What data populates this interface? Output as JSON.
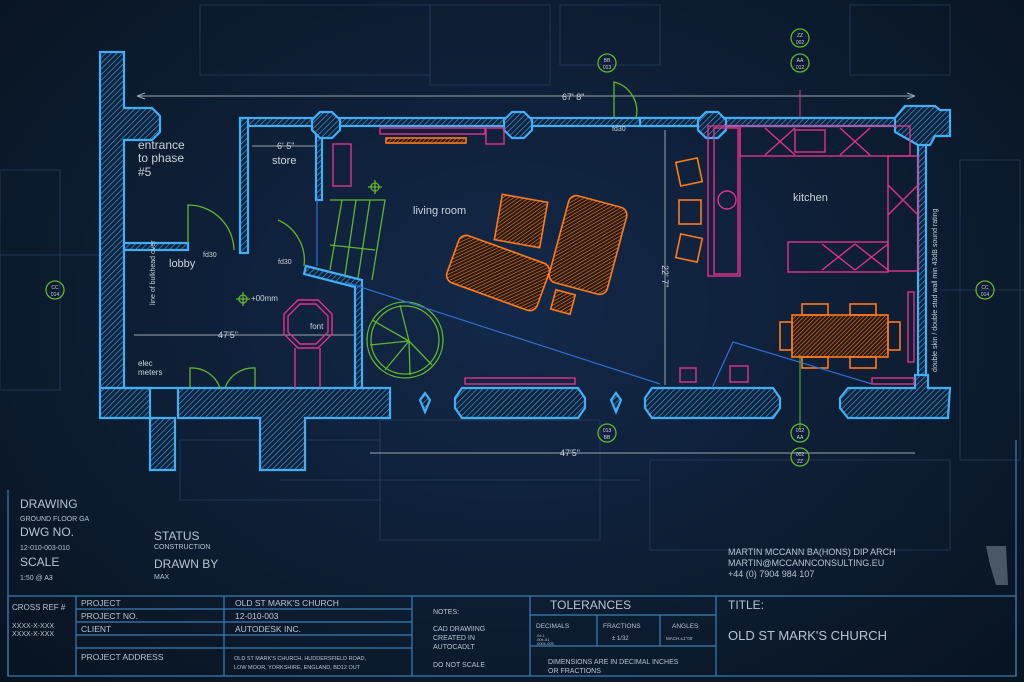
{
  "rooms": {
    "entrance": [
      "entrance",
      "to phase",
      "#5"
    ],
    "store": "store",
    "living_room": "living room",
    "lobby": "lobby",
    "kitchen": "kitchen",
    "font": "font",
    "elec_meters": [
      "elec",
      "meters"
    ],
    "level": "+00mm",
    "bulkhead": "line of bulkhead over",
    "wall_note": "double skin / double stud wall min 43dB sound rating"
  },
  "doors": [
    "fd30",
    "fd30",
    "fd30"
  ],
  "dimensions": {
    "overall_width": "67' 8\"",
    "store_width": "6' 5\"",
    "lobby_width": "47'5\"",
    "lower_width": "47'5\"",
    "kitchen_depth": "22' 7\""
  },
  "section_markers": [
    {
      "top": "BB",
      "bottom": "013"
    },
    {
      "top": "ZZ",
      "bottom": "002"
    },
    {
      "top": "AA",
      "bottom": "012"
    },
    {
      "top": "CC",
      "bottom": "014"
    },
    {
      "top": "CC",
      "bottom": "014"
    },
    {
      "top": "013",
      "bottom": "BB"
    },
    {
      "top": "012",
      "bottom": "AA"
    },
    {
      "top": "002",
      "bottom": "ZZ"
    }
  ],
  "info": {
    "drawing_label": "DRAWING",
    "drawing_value": "GROUND FLOOR GA",
    "dwg_no_label": "DWG NO.",
    "dwg_no_value": "12-010-003-010",
    "scale_label": "SCALE",
    "scale_value": "1:50 @ A3",
    "status_label": "STATUS",
    "status_value": "CONSTRUCTION",
    "drawn_by_label": "DRAWN BY",
    "drawn_by_value": "MAX"
  },
  "architect": {
    "name": "MARTIN MCCANN BA(HONS) DIP ARCH",
    "email": "MARTIN@MCCANNCONSULTING.EU",
    "phone": "+44 (0) 7904 984 107"
  },
  "title_block": {
    "cross_ref_label": "CROSS REF #",
    "cross_refs": [
      "XXXX-X-XXX",
      "XXXX-X-XXX"
    ],
    "project_label": "PROJECT",
    "project_value": "OLD ST MARK'S CHURCH",
    "project_no_label": "PROJECT NO.",
    "project_no_value": "12-010-003",
    "client_label": "CLIENT",
    "client_value": "AUTODESK INC.",
    "address_label": "PROJECT ADDRESS",
    "address_lines": [
      "OLD ST MARK'S CHURCH, HUDDERSFIELD ROAD,",
      "LOW MOOR, YORKSHIRE, ENGLAND, BD12 OUT"
    ],
    "notes_label": "NOTES:",
    "notes_lines": [
      "CAD DRAWIING",
      "CREATED IN",
      "AUTOCADLT"
    ],
    "notes_scale": "DO NOT SCALE",
    "tolerances_label": "TOLERANCES",
    "decimals_label": "DECIMALS",
    "decimals_values": [
      ".0±.1",
      ".00±.01",
      ".000±.005"
    ],
    "fractions_label": "FRACTIONS",
    "fractions_value": "± 1/32",
    "angles_label": "ANGLES",
    "angles_value": "MACH.±1°00'",
    "dimensions_note": [
      "DIMENSIONS ARE IN DECIMAL INCHES",
      "OR FRACTIONS"
    ],
    "title_label": "TITLE:",
    "title_value": "OLD ST MARK'S CHURCH"
  },
  "colors": {
    "wall": "#41aef5",
    "furniture": "#ff7a1a",
    "kitchen": "#e0338a",
    "doors": "#62b52e"
  }
}
